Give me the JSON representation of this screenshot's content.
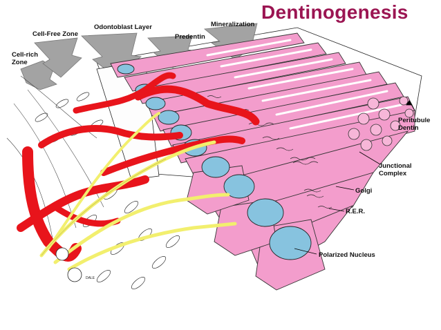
{
  "title": "Dentinogenesis",
  "labels": {
    "cell_rich_zone": "Cell-rich Zone",
    "cell_free_zone": "Cell-Free Zone",
    "odontoblast_layer": "Odontoblast Layer",
    "predentin": "Predentin",
    "mineralization": "Mineralization",
    "peritubule_dentin": "Peritubule Dentin",
    "junctional_complex": "Junctional Complex",
    "golgi": "Golgi",
    "rer": "R.E.R.",
    "polarized_nucleus": "Polarized Nucleus"
  },
  "signature": "DALE",
  "colors": {
    "title": "#9b1552",
    "odontoblast_pink": "#f39dcc",
    "nucleus_blue": "#87c3df",
    "vessel_red": "#e8141b",
    "nerve_yellow": "#f2ef6e",
    "arrow_grey": "#9a9a9a"
  }
}
